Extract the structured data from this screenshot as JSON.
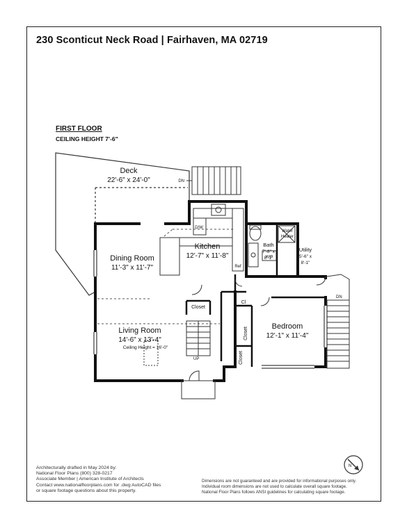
{
  "title": "230 Sconticut Neck Road | Fairhaven, MA 02719",
  "floor": {
    "name": "FIRST FLOOR",
    "ceiling": "CEILING HEIGHT 7'-6\""
  },
  "rooms": {
    "deck": {
      "name": "Deck",
      "dims": "22'-6\" x 24'-0\""
    },
    "dining": {
      "name": "Dining Room",
      "dims": "11'-3\" x 11'-7\""
    },
    "kitchen": {
      "name": "Kitchen",
      "dims": "12'-7\" x 11'-8\""
    },
    "bath": {
      "name": "Bath",
      "dims1": "7'-8\" x",
      "dims2": "8'-1\""
    },
    "utility": {
      "name": "Utility",
      "dims1": "5'-6\" x",
      "dims2": "8'-1\""
    },
    "water_heater": {
      "line1": "Water",
      "line2": "Heater"
    },
    "living": {
      "name": "Living Room",
      "dims": "14'-6\" x 13'-4\"",
      "note": "Ceiling Height = 16'-0\""
    },
    "bedroom": {
      "name": "Bedroom",
      "dims": "12'-1\" x 11'-4\""
    }
  },
  "labels": {
    "dw": "D/W",
    "ref": "Ref",
    "wd": "W/D",
    "closet": "Closet",
    "cl": "Cl",
    "dn": "DN",
    "up": "UP"
  },
  "footer_left": [
    "Architecturally drafted in May 2024 by:",
    "National Floor Plans  (800) 328-0217",
    "Associate Member | American Institute of Architects",
    "Contact www.nationalfloorplans.com for .dwg AutoCAD files",
    "or square footage questions about this property."
  ],
  "footer_right": [
    "Dimensions are not guaranteed and are provided for informational purposes only.",
    "Individual room dimensions are not used to calculate overall square footage.",
    "National Floor Plans follows ANSI guidelines for calculating square footage."
  ],
  "compass_label": "N"
}
